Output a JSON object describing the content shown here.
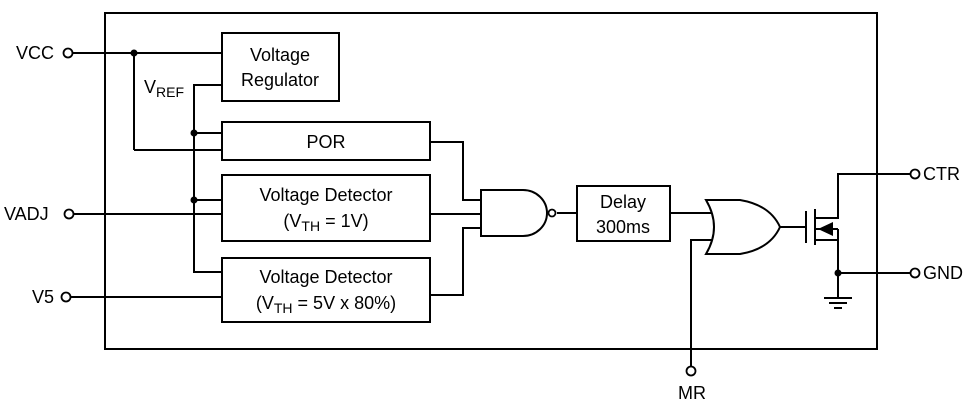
{
  "pins": {
    "vcc": "VCC",
    "vadj": "VADJ",
    "v5": "V5",
    "ctr": "CTR",
    "gnd": "GND",
    "mr": "MR"
  },
  "vref": {
    "main": "V",
    "sub": "REF"
  },
  "blocks": {
    "regulator": {
      "line1": "Voltage",
      "line2": "Regulator"
    },
    "por": {
      "label": "POR"
    },
    "detector1": {
      "line1": "Voltage Detector",
      "open": "(V",
      "sub": "TH",
      "rest": " = 1V)"
    },
    "detector2": {
      "line1": "Voltage Detector",
      "open": "(V",
      "sub": "TH",
      "rest": " = 5V x 80%)"
    },
    "delay": {
      "line1": "Delay",
      "line2": "300ms"
    }
  },
  "gates": [
    "AND (inverted output)",
    "OR"
  ],
  "colors": {
    "line": "#000000",
    "background": "#ffffff"
  }
}
